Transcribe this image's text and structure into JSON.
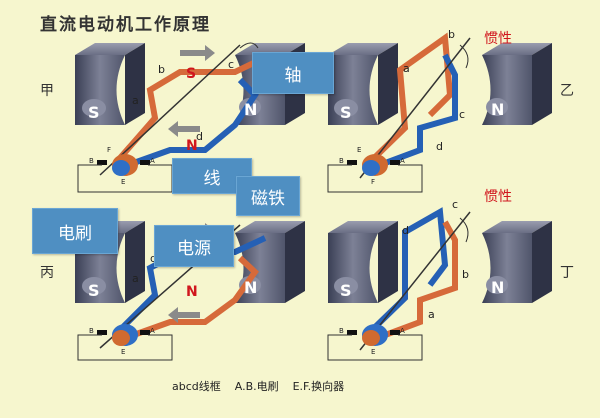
{
  "title": "直流电动机工作原理",
  "corner_labels": {
    "jia": "甲",
    "yi": "乙",
    "bing": "丙",
    "ding": "丁"
  },
  "inertia_top": "惯性",
  "inertia_bottom": "惯性",
  "callouts": {
    "zhou": "轴",
    "xian": "线",
    "cishi": "磁铁",
    "dianshua": "电刷",
    "dianyuan": "电源"
  },
  "diagram_labels": {
    "pole_s": "S",
    "pole_n": "N",
    "red_s": "S",
    "red_n": "N",
    "red_n_bottom": "N",
    "a": "a",
    "b": "b",
    "c": "c",
    "d": "d",
    "brush_a": "A",
    "brush_b": "B",
    "comm_e": "E",
    "comm_f": "F"
  },
  "caption": "abcd线框    A.B.电刷    E.F.换向器"
}
